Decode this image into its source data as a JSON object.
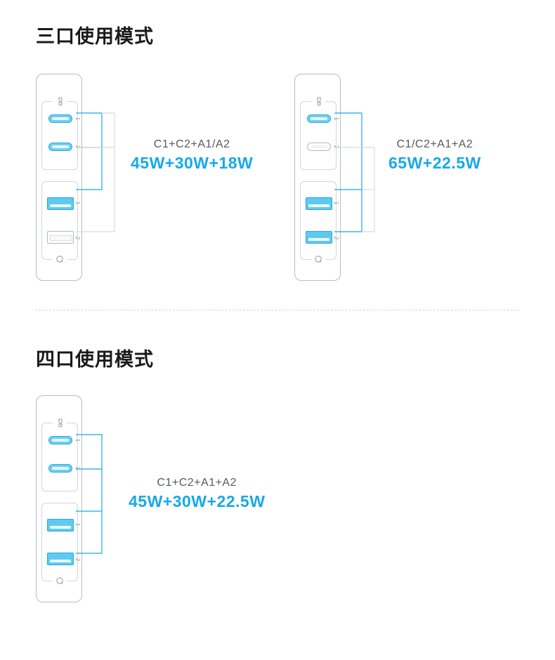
{
  "sections": [
    {
      "title": "三口使用模式",
      "devices": [
        {
          "name": "charger-3port-mode-a",
          "ports": [
            {
              "id": "C1",
              "type": "usb-c",
              "index": "1",
              "active": true
            },
            {
              "id": "C2",
              "type": "usb-c",
              "index": "2",
              "active": true
            },
            {
              "id": "A1",
              "type": "usb-a",
              "index": "1",
              "active": true
            },
            {
              "id": "A2",
              "type": "usb-a",
              "index": "2",
              "active": false
            }
          ],
          "group_c_badge": "pd-logo-icon",
          "group_a_badge": "qc-logo-icon",
          "combo": {
            "ports": "C1+C2+A1/A2",
            "watts": "45W+30W+18W"
          }
        },
        {
          "name": "charger-3port-mode-b",
          "ports": [
            {
              "id": "C1",
              "type": "usb-c",
              "index": "1",
              "active": true
            },
            {
              "id": "C2",
              "type": "usb-c",
              "index": "2",
              "active": false
            },
            {
              "id": "A1",
              "type": "usb-a",
              "index": "1",
              "active": true
            },
            {
              "id": "A2",
              "type": "usb-a",
              "index": "2",
              "active": true
            }
          ],
          "group_c_badge": "pd-logo-icon",
          "group_a_badge": "qc-logo-icon",
          "combo": {
            "ports": "C1/C2+A1+A2",
            "watts": "65W+22.5W"
          }
        }
      ]
    },
    {
      "title": "四口使用模式",
      "devices": [
        {
          "name": "charger-4port-mode",
          "ports": [
            {
              "id": "C1",
              "type": "usb-c",
              "index": "1",
              "active": true
            },
            {
              "id": "C2",
              "type": "usb-c",
              "index": "2",
              "active": true
            },
            {
              "id": "A1",
              "type": "usb-a",
              "index": "1",
              "active": true
            },
            {
              "id": "A2",
              "type": "usb-a",
              "index": "2",
              "active": true
            }
          ],
          "group_c_badge": "pd-logo-icon",
          "group_a_badge": "qc-logo-icon",
          "combo": {
            "ports": "C1+C2+A1+A2",
            "watts": "45W+30W+22.5W"
          }
        }
      ]
    }
  ],
  "colors": {
    "accent": "#17a9e8",
    "port_active_fill": "#6fd0f2",
    "port_active_stroke": "#27a9e3",
    "port_inactive_stroke": "#b4b8bd",
    "device_outline": "#b9bcc0",
    "group_outline": "#d3d6da",
    "title_text": "#1a1a1a",
    "combo_ports_text": "#58595b",
    "divider": "#d6d6d6",
    "wire_active": "#17a9e8",
    "wire_inactive": "#d8dadd"
  }
}
